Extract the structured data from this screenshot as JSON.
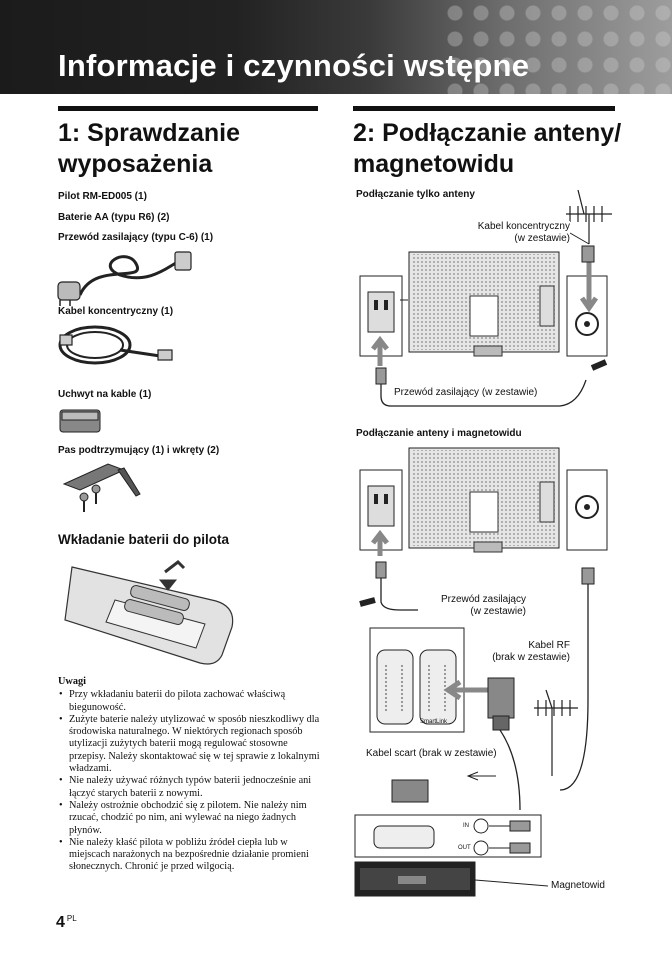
{
  "header": {
    "title": "Informacje i czynności wstępne"
  },
  "section1": {
    "title_line1": "1: Sprawdzanie",
    "title_line2": "wyposażenia",
    "items": [
      "Pilot RM-ED005 (1)",
      "Baterie AA (typu R6) (2)",
      "Przewód zasilający (typu C-6) (1)",
      "Kabel koncentryczny (1)",
      "Uchwyt na kable (1)",
      "Pas podtrzymujący (1) i wkręty (2)"
    ],
    "battery_title": "Wkładanie baterii do pilota"
  },
  "notes": {
    "heading": "Uwagi",
    "items": [
      "Przy wkładaniu baterii do pilota zachować właściwą biegunowość.",
      "Zużyte baterie należy utylizować w sposób nieszkodliwy dla środowiska naturalnego. W niektórych regionach sposób utylizacji zużytych baterii mogą regulować stosowne przepisy. Należy skontaktować się w tej sprawie z lokalnymi władzami.",
      "Nie należy używać różnych typów baterii jednocześnie ani łączyć starych baterii z nowymi.",
      "Należy ostrożnie obchodzić się z pilotem. Nie należy nim rzucać, chodzić po nim, ani wylewać na niego żadnych płynów.",
      "Nie należy kłaść pilota w pobliżu źródeł ciepła lub w miejscach narażonych na bezpośrednie działanie promieni słonecznych. Chronić je przed wilgocią."
    ]
  },
  "section2": {
    "title_line1": "2: Podłączanie anteny/",
    "title_line2": "magnetowidu",
    "sub1": "Podłączanie tylko anteny",
    "sub2": "Podłączanie anteny i magnetowidu",
    "labels": {
      "coax_1": "Kabel koncentryczny",
      "coax_2": "(w zestawie)",
      "power_cord": "Przewód zasilający (w zestawie)",
      "power2_1": "Przewód zasilający",
      "power2_2": "(w zestawie)",
      "rf_1": "Kabel RF",
      "rf_2": "(brak w zestawie)",
      "scart": "Kabel scart (brak w zestawie)",
      "vcr": "Magnetowid",
      "smartlink": "SmartLink",
      "in": "IN",
      "out": "OUT"
    }
  },
  "footer": {
    "page": "4",
    "lang": "PL"
  }
}
